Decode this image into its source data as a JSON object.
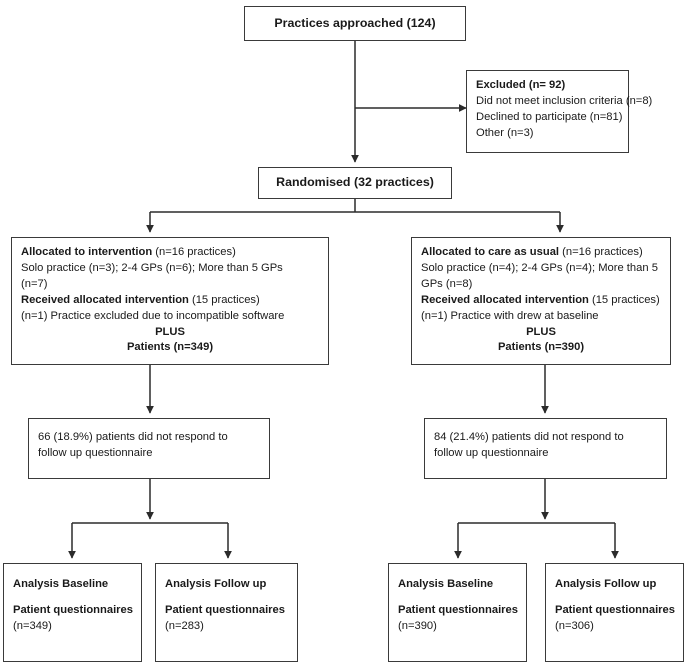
{
  "diagram": {
    "type": "consort-flow-diagram",
    "title": "CONSORT participant flow diagram",
    "colors": {
      "box_border": "#3a3a3a",
      "connector": "#2b2b2b",
      "background": "#ffffff",
      "text": "#1a1a1a"
    }
  },
  "nodes": {
    "enrollment": {
      "label": "Practices approached (124)",
      "count": 124
    },
    "excluded": {
      "heading": "Excluded (n= 92)",
      "count": 92,
      "reasons": [
        "Did not meet inclusion criteria (n=8)",
        "Declined to participate (n=81)",
        "Other (n=3)"
      ]
    },
    "randomised": {
      "label": "Randomised (32 practices)",
      "count": 32
    },
    "allocation_left": {
      "heading": "Allocated to intervention",
      "heading_detail": " (n=16 practices)",
      "size_line": "Solo practice (n=3); 2-4 GPs (n=6); More than 5 GPs",
      "size_line_cont": "(n=7)",
      "received_heading": "Received allocated intervention",
      "received_detail": " (15 practices)",
      "excluded_note": "(n=1) Practice excluded due to incompatible software",
      "plus": "PLUS",
      "patients_label": "Patients (",
      "patients_count": "n=349)"
    },
    "allocation_right": {
      "heading": "Allocated to care as usual",
      "heading_detail": " (n=16 practices)",
      "size_line": "Solo practice (n=4); 2-4 GPs (n=4); More than 5",
      "size_line_cont": "GPs (n=8)",
      "received_heading": "Received allocated intervention",
      "received_detail": " (15 practices)",
      "excluded_note": "(n=1) Practice with drew at baseline",
      "plus": "PLUS",
      "patients_label": "Patients (n=390)",
      "patients_count": ""
    },
    "followup_left": {
      "line1": "66 (18.9%) patients did not respond to",
      "line2": "follow up questionnaire",
      "count": 66,
      "percent": "18.9%"
    },
    "followup_right": {
      "line1": "84 (21.4%) patients did not respond to",
      "line2": "follow up questionnaire",
      "count": 84,
      "percent": "21.4%"
    },
    "analysis": [
      {
        "title": "Analysis Baseline",
        "measure": "Patient questionnaires",
        "n": "(n=349)"
      },
      {
        "title": "Analysis Follow up",
        "measure": "Patient questionnaires",
        "n": "(n=283)"
      },
      {
        "title": "Analysis Baseline",
        "measure": "Patient questionnaires",
        "n": "(n=390)"
      },
      {
        "title": "Analysis Follow up",
        "measure": "Patient questionnaires",
        "n": "(n=306)"
      }
    ]
  }
}
